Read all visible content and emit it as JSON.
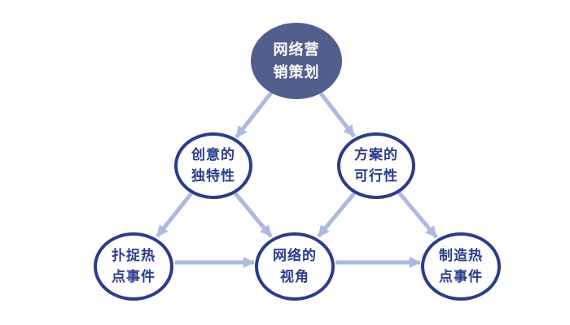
{
  "colors": {
    "background": "#FFFFFF",
    "top_node_fill": "#515F8C",
    "node_fill": "#FFFFFF",
    "node_border": "#2B3C8C",
    "node_text_dark": "#2B3C8C",
    "node_text_light": "#FFFFFF",
    "arrow": "#AEB9DE"
  },
  "nodes": {
    "top": {
      "label": "网络营\n销策划"
    },
    "mid_left": {
      "label": "创意的\n独特性"
    },
    "mid_right": {
      "label": "方案的\n可行性"
    },
    "bottom_left": {
      "label": "扑捉热\n点事件"
    },
    "bottom_center": {
      "label": "网络的\n视角"
    },
    "bottom_right": {
      "label": "制造热\n点事件"
    }
  },
  "edges": [
    {
      "from": "top",
      "to": "mid_left"
    },
    {
      "from": "top",
      "to": "mid_right"
    },
    {
      "from": "mid_left",
      "to": "bottom_left"
    },
    {
      "from": "mid_left",
      "to": "bottom_center"
    },
    {
      "from": "mid_right",
      "to": "bottom_center"
    },
    {
      "from": "mid_right",
      "to": "bottom_right"
    },
    {
      "from": "bottom_left",
      "to": "bottom_center"
    },
    {
      "from": "bottom_center",
      "to": "bottom_right"
    }
  ]
}
